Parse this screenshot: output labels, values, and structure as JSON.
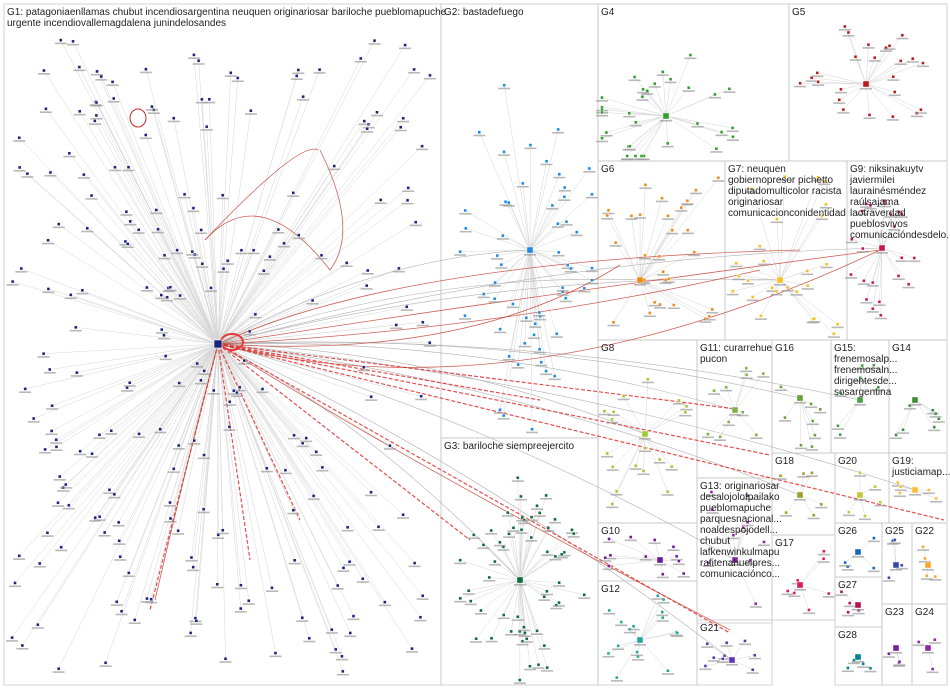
{
  "colors": {
    "background": "#ffffff",
    "frame": "#c8c8c8",
    "edge": "#d6d6d6",
    "edge_red": "#c0392b",
    "edge_dashed": "#e03030",
    "G1": "#1a237e",
    "G2": "#1e88e5",
    "G3": "#0b6b3a",
    "G4": "#2e9e2e",
    "G5": "#b71c1c",
    "G6": "#ef8a17",
    "G7": "#f4c21b",
    "G8": "#9ccc2a",
    "G9": "#c2185b",
    "G10": "#6a1b9a",
    "G11": "#7cb342",
    "G12": "#26a69a",
    "G13": "#8e24aa",
    "G14": "#388e3c",
    "G15": "#43a047",
    "G16": "#689f38",
    "G17": "#d81b60",
    "G18": "#9e9d24",
    "G19": "#fbc02d",
    "G20": "#c0ca33",
    "G21": "#5e35b1",
    "G22": "#f9a825",
    "G23": "#7b1fa2",
    "G24": "#8e24aa",
    "G25": "#3949ab",
    "G26": "#1565c0",
    "G27": "#ad1457",
    "G28": "#00838f"
  },
  "groups": [
    {
      "id": "G1",
      "label_lines": [
        "G1: patagoniaenllamas chubut incendiosargentina neuquen originariosar bariloche pueblomapuche",
        "urgente incendiovallemagdalena junindelosandes"
      ]
    },
    {
      "id": "G2",
      "label_lines": [
        "G2: bastadefuego"
      ]
    },
    {
      "id": "G3",
      "label_lines": [
        "G3: bariloche siempreejercito"
      ]
    },
    {
      "id": "G4",
      "label_lines": [
        "G4"
      ]
    },
    {
      "id": "G5",
      "label_lines": [
        "G5"
      ]
    },
    {
      "id": "G6",
      "label_lines": [
        "G6"
      ]
    },
    {
      "id": "G7",
      "label_lines": [
        "G7: neuquen",
        "gobiernopresor pichetto",
        "diputadomulticolor racista",
        "originariosar",
        "comunicacionconidentidad"
      ]
    },
    {
      "id": "G8",
      "label_lines": [
        "G8"
      ]
    },
    {
      "id": "G9",
      "label_lines": [
        "G9: niksinakuytv",
        "javiermilei",
        "lauraіnésméndez",
        "raúlsajama",
        "laotraverdad",
        "pueblosvivos",
        "comunicacióndesdelo..."
      ]
    },
    {
      "id": "G10",
      "label_lines": [
        "G10"
      ]
    },
    {
      "id": "G11",
      "label_lines": [
        "G11: curarrehue",
        "pucon"
      ]
    },
    {
      "id": "G12",
      "label_lines": [
        "G12"
      ]
    },
    {
      "id": "G13",
      "label_lines": [
        "G13: originariosar",
        "desalojolofpailako",
        "pueblomapuche",
        "parquesnacional...",
        "noaldespojodell...",
        "chubut",
        "lafkenwinkulmapu",
        "rafitenahuelpres...",
        "comunicaciónco..."
      ]
    },
    {
      "id": "G14",
      "label_lines": [
        "G14"
      ]
    },
    {
      "id": "G15",
      "label_lines": [
        "G15:",
        "frenemosalp...",
        "frenemosaln...",
        "dirigentesde...",
        "sosargentina"
      ]
    },
    {
      "id": "G16",
      "label_lines": [
        "G16"
      ]
    },
    {
      "id": "G17",
      "label_lines": [
        "G17"
      ]
    },
    {
      "id": "G18",
      "label_lines": [
        "G18"
      ]
    },
    {
      "id": "G19",
      "label_lines": [
        "G19:",
        "justiciamap..."
      ]
    },
    {
      "id": "G20",
      "label_lines": [
        "G20"
      ]
    },
    {
      "id": "G21",
      "label_lines": [
        "G21"
      ]
    },
    {
      "id": "G22",
      "label_lines": [
        "G22"
      ]
    },
    {
      "id": "G23",
      "label_lines": [
        "G23"
      ]
    },
    {
      "id": "G24",
      "label_lines": [
        "G24"
      ]
    },
    {
      "id": "G25",
      "label_lines": [
        "G25"
      ]
    },
    {
      "id": "G26",
      "label_lines": [
        "G26"
      ]
    },
    {
      "id": "G27",
      "label_lines": [
        "G27"
      ]
    },
    {
      "id": "G28",
      "label_lines": [
        "G28"
      ]
    }
  ]
}
